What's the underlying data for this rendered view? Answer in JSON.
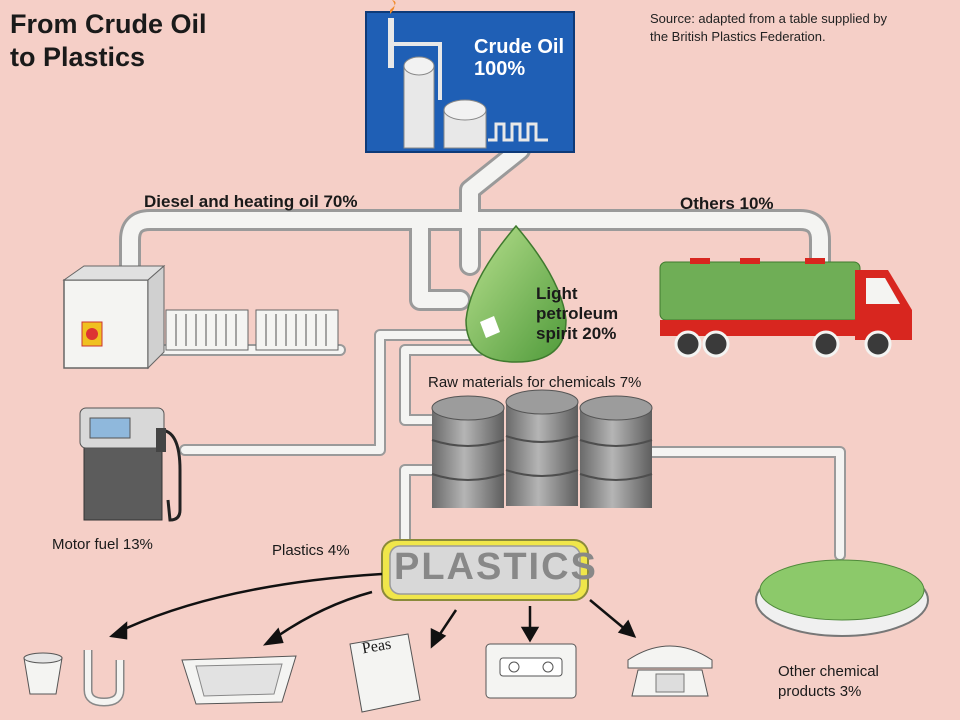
{
  "title": [
    "From Crude Oil",
    "to Plastics"
  ],
  "source": [
    "Source: adapted from a table supplied by",
    "the British Plastics Federation."
  ],
  "nodes": {
    "crude_oil": [
      "Crude Oil",
      "100%"
    ],
    "diesel": "Diesel and heating oil 70%",
    "others": "Others 10%",
    "light_spirit": [
      "Light",
      "petroleum",
      "spirit 20%"
    ],
    "raw_materials": "Raw materials for chemicals 7%",
    "motor_fuel": "Motor fuel 13%",
    "plastics_pct": "Plastics 4%",
    "plastics_sign": "PLASTICS",
    "other_chemical": [
      "Other chemical",
      "products 3%"
    ],
    "peas_label": "Peas"
  },
  "colors": {
    "background": "#f5cfc7",
    "pipe": "#f4f4f2",
    "refinery_blue": "#1f5fb5",
    "drop_green": "#7fbf5a",
    "truck_red": "#d8261f",
    "truck_tank": "#6fae56",
    "drum_grey": "#8c8c8c",
    "sign_yellow": "#e8d825"
  }
}
